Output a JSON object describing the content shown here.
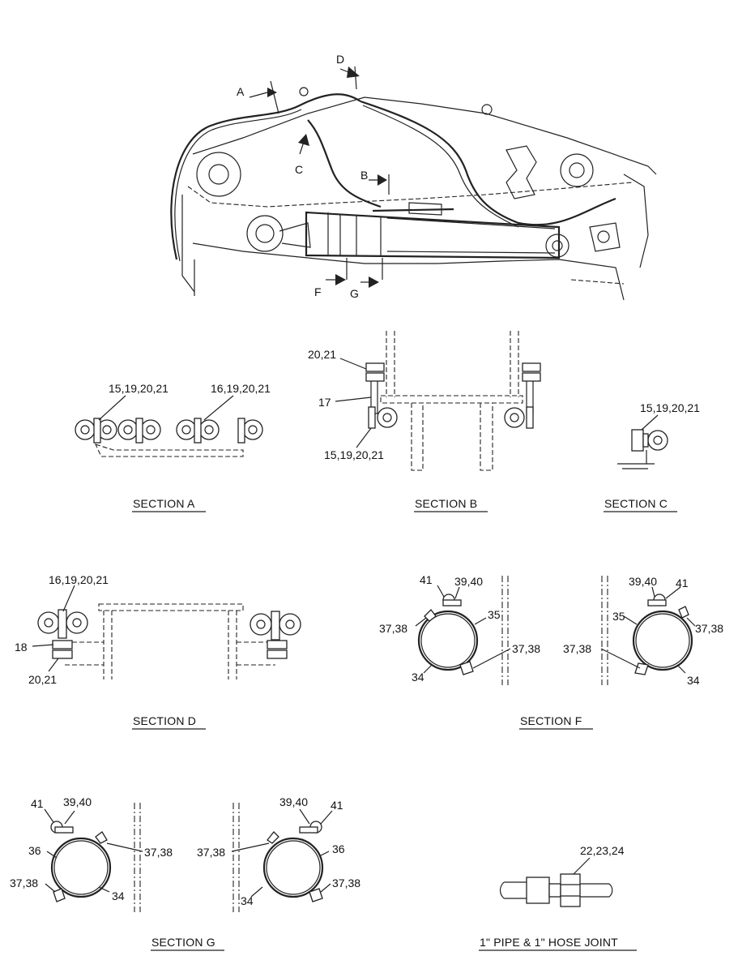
{
  "view_labels": {
    "a": "A",
    "b": "B",
    "c": "C",
    "d": "D",
    "f": "F",
    "g": "G"
  },
  "section_a": {
    "caption": "SECTION A",
    "callout_left": "15,19,20,21",
    "callout_right": "16,19,20,21"
  },
  "section_b": {
    "caption": "SECTION B",
    "callout_top": "20,21",
    "callout_mid": "17",
    "callout_bottom": "15,19,20,21"
  },
  "section_c": {
    "caption": "SECTION C",
    "callout": "15,19,20,21"
  },
  "section_d": {
    "caption": "SECTION D",
    "callout_top": "16,19,20,21",
    "callout_mid": "18",
    "callout_bottom": "20,21"
  },
  "section_f": {
    "caption": "SECTION F",
    "left": {
      "c41": "41",
      "c3940": "39,40",
      "c3738a": "37,38",
      "c35": "35",
      "c3738b": "37,38",
      "c34": "34"
    },
    "right": {
      "c3940": "39,40",
      "c41": "41",
      "c35": "35",
      "c3738a": "37,38",
      "c3738b": "37,38",
      "c34": "34"
    }
  },
  "section_g": {
    "caption": "SECTION G",
    "left": {
      "c41": "41",
      "c3940": "39,40",
      "c36": "36",
      "c3738a": "37,38",
      "c3738b": "37,38",
      "c34": "34"
    },
    "right": {
      "c3940": "39,40",
      "c41": "41",
      "c3738a": "37,38",
      "c36": "36",
      "c34": "34",
      "c3738b": "37,38"
    }
  },
  "hose_joint": {
    "caption": "1\" PIPE & 1\" HOSE JOINT",
    "callout": "22,23,24"
  }
}
